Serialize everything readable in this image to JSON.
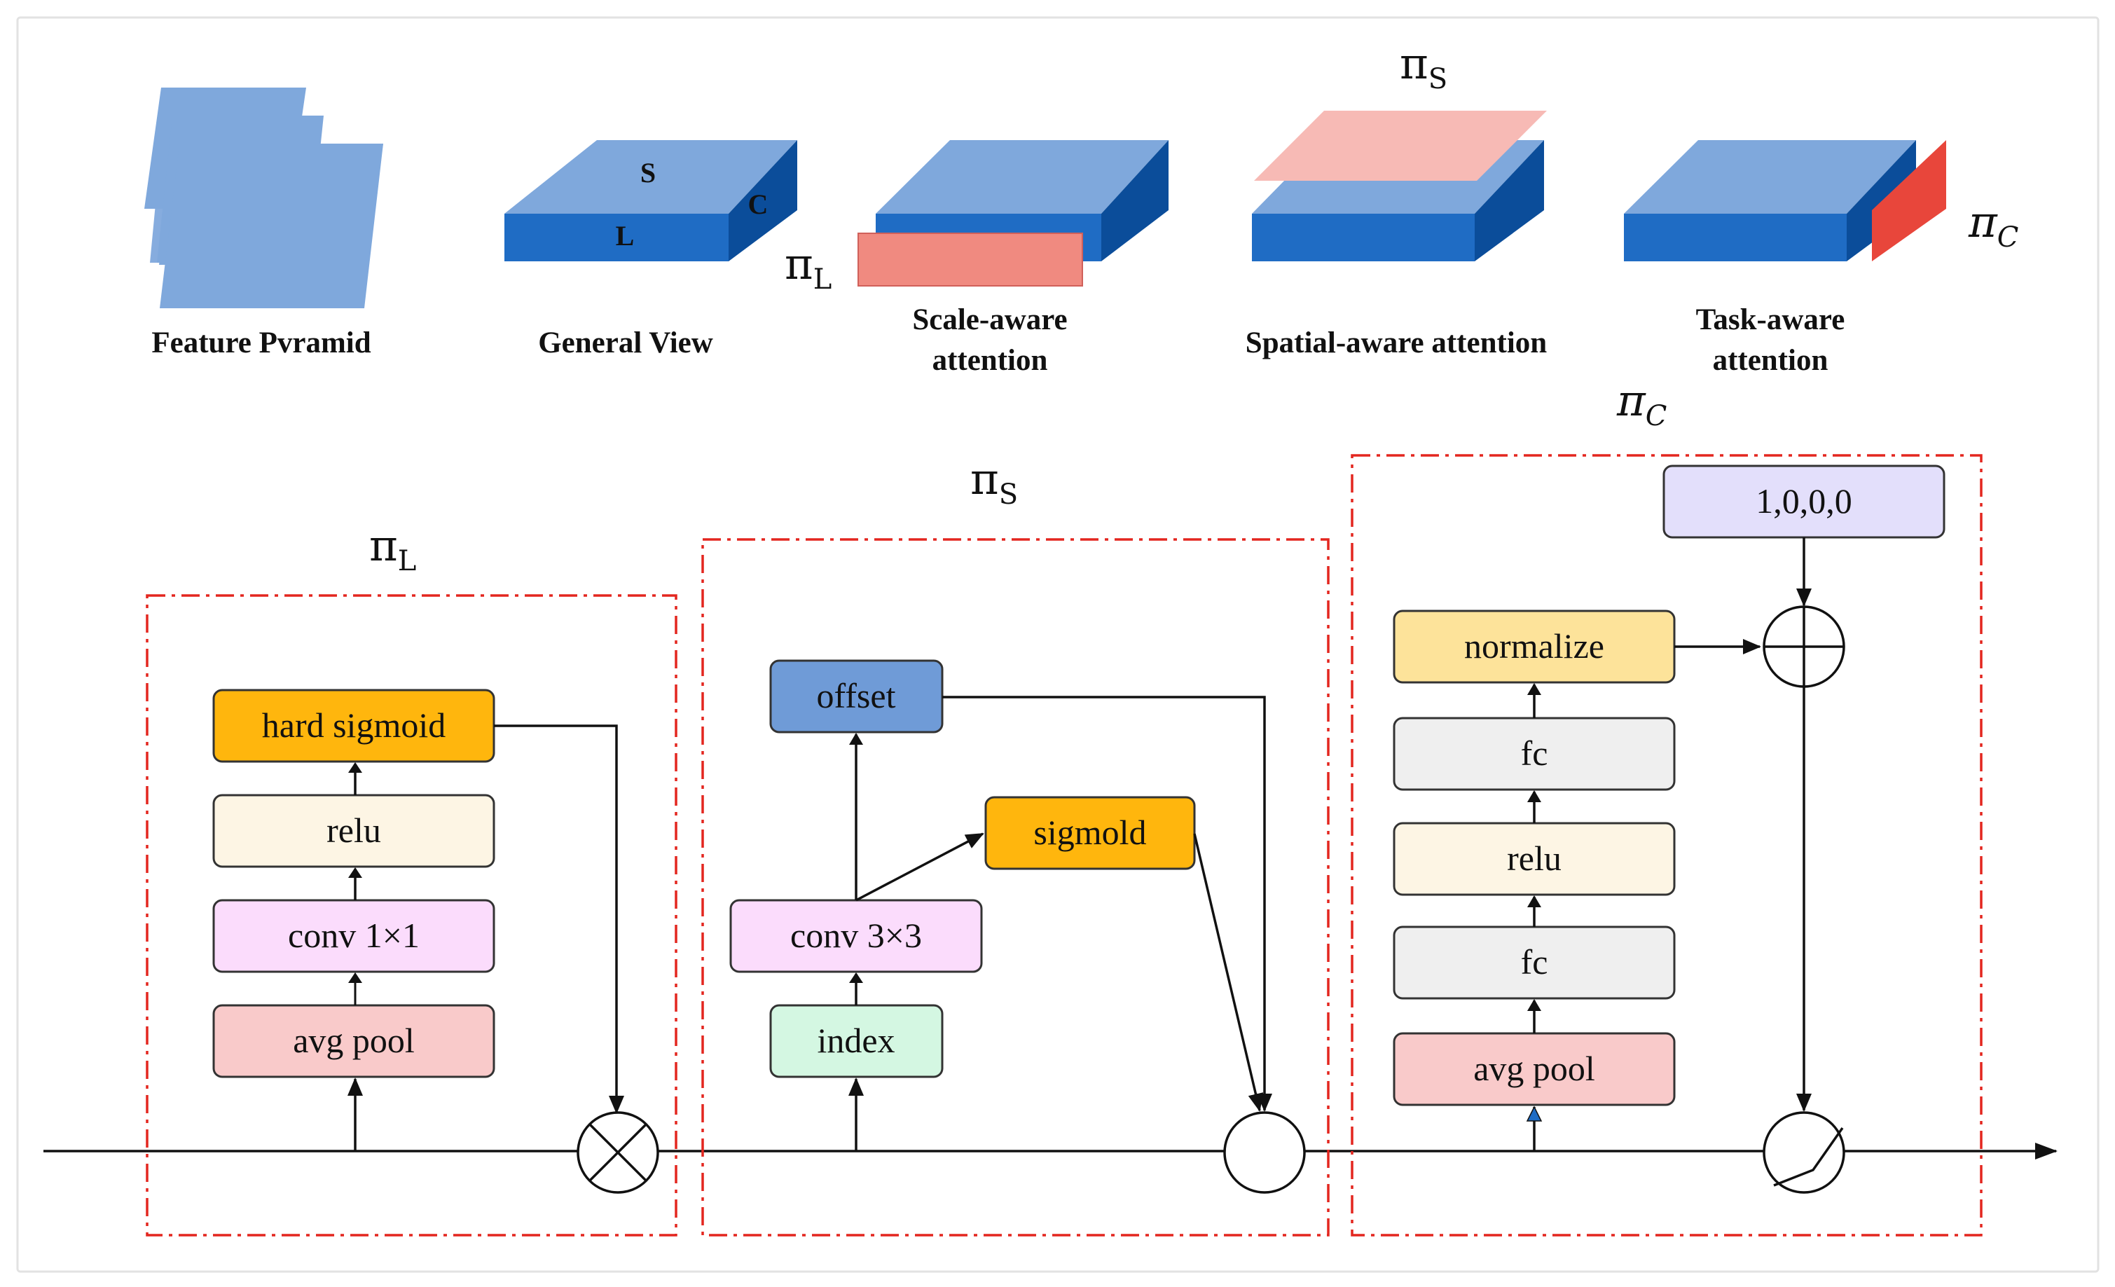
{
  "top_row": {
    "feature_pyramid": "Feature Pvramid",
    "general_view": {
      "caption": "General View",
      "face_s": "S",
      "face_l": "L",
      "face_c": "C"
    },
    "scale_aware": {
      "caption_line1": "Scale-aware",
      "caption_line2": "attention",
      "symbol": "π",
      "sub": "L"
    },
    "spatial_aware": {
      "caption": "Spatial-aware attention",
      "symbol": "π",
      "sub": "S"
    },
    "task_aware": {
      "caption_line1": "Task-aware",
      "caption_line2": "attention",
      "symbol": "π",
      "sub": "C"
    }
  },
  "modules": {
    "scale": {
      "symbol": "π",
      "sub": "L",
      "blocks": [
        "hard sigmoid",
        "relu",
        "conv 1×1",
        "avg pool"
      ]
    },
    "spatial": {
      "symbol": "π",
      "sub": "S",
      "blocks": {
        "offset": "offset",
        "sigmoid": "sigmold",
        "conv": "conv 3×3",
        "index": "index"
      }
    },
    "task": {
      "symbol": "π",
      "sub": "C",
      "blocks": [
        "normalize",
        "fc",
        "relu",
        "fc",
        "avg pool"
      ],
      "init": "1,0,0,0"
    }
  },
  "colors": {
    "cube_top": "#7fa8dc",
    "cube_front": "#1f6cc4",
    "cube_side": "#0b4d9a",
    "scale_plane": "#f08a80",
    "spatial_plane": "#f7bab5",
    "task_plane": "#e8463b",
    "box_dash": "#e3261f",
    "hard_sigmoid": "#ffb60d",
    "relu": "#fdf5e4",
    "conv": "#fbdcfc",
    "avg_pool": "#f9caca",
    "offset": "#6f9bd7",
    "index": "#d4f7e2",
    "fc": "#efefef",
    "normalize": "#fde39a",
    "init": "#e3dffb"
  }
}
